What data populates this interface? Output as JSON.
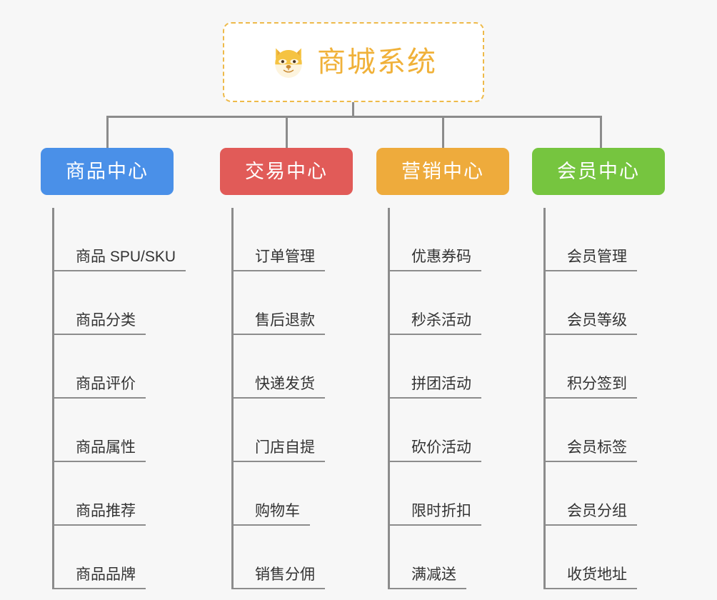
{
  "page": {
    "background_color": "#f7f7f7",
    "connector_color": "#8c8c8c"
  },
  "root": {
    "title": "商城系统",
    "icon": "shiba-dog-face-icon",
    "text_color": "#f0b139",
    "border_color": "#eeba4a",
    "background_color": "#ffffff"
  },
  "categories": [
    {
      "label": "商品中心",
      "color": "#4a90e8",
      "items": [
        "商品 SPU/SKU",
        "商品分类",
        "商品评价",
        "商品属性",
        "商品推荐",
        "商品品牌"
      ]
    },
    {
      "label": "交易中心",
      "color": "#e15b58",
      "items": [
        "订单管理",
        "售后退款",
        "快递发货",
        "门店自提",
        "购物车",
        "销售分佣"
      ]
    },
    {
      "label": "营销中心",
      "color": "#eeab3c",
      "items": [
        "优惠券码",
        "秒杀活动",
        "拼团活动",
        "砍价活动",
        "限时折扣",
        "满减送"
      ]
    },
    {
      "label": "会员中心",
      "color": "#76c53f",
      "items": [
        "会员管理",
        "会员等级",
        "积分签到",
        "会员标签",
        "会员分组",
        "收货地址"
      ]
    }
  ]
}
